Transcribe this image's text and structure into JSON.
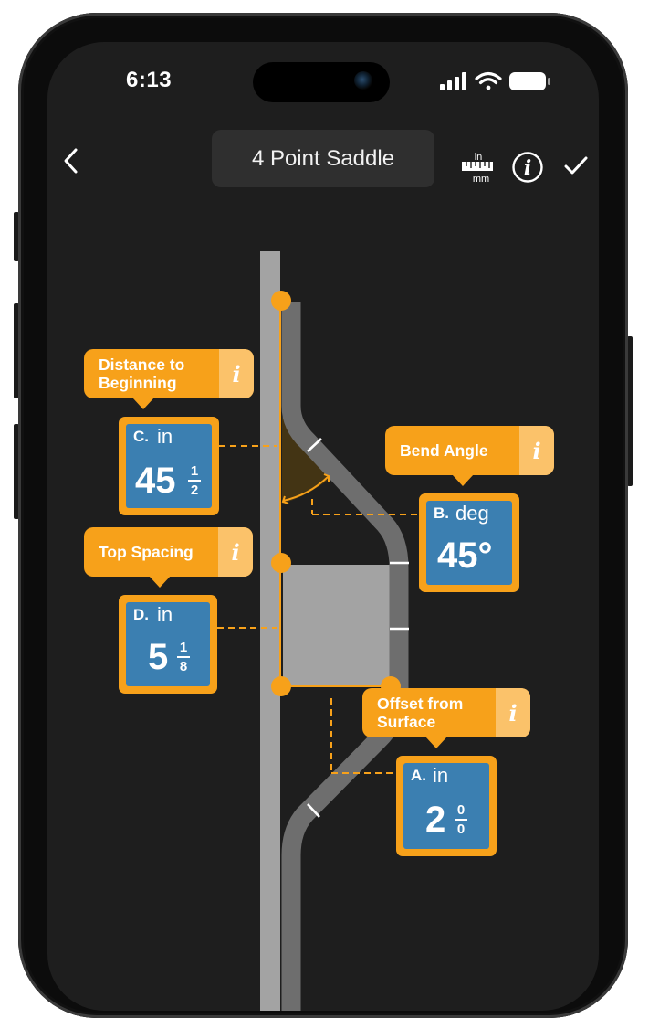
{
  "status_bar": {
    "time": "6:13",
    "icons": [
      "signal-icon",
      "wifi-icon",
      "battery-icon"
    ]
  },
  "header": {
    "back_icon": "chevron-left-icon",
    "title": "4 Point Saddle",
    "units_toggle": {
      "top": "in",
      "bottom": "mm",
      "icon": "ruler-icon"
    },
    "info_icon": "info-icon",
    "confirm_icon": "checkmark-icon"
  },
  "measurements": {
    "distance_to_beginning": {
      "label": "Distance to Beginning",
      "letter": "C.",
      "unit": "in",
      "whole": "45",
      "frac_num": "1",
      "frac_den": "2"
    },
    "bend_angle": {
      "label": "Bend Angle",
      "letter": "B.",
      "unit": "deg",
      "value": "45°"
    },
    "top_spacing": {
      "label": "Top Spacing",
      "letter": "D.",
      "unit": "in",
      "whole": "5",
      "frac_num": "1",
      "frac_den": "8"
    },
    "offset_from_surface": {
      "label": "Offset from Surface",
      "letter": "A.",
      "unit": "in",
      "whole": "2",
      "frac_num": "0",
      "frac_den": "0"
    }
  },
  "info_glyph": "i",
  "colors": {
    "accent_orange": "#f7a11a",
    "info_tab": "#fbc26a",
    "value_blue": "#3b7fb1",
    "screen_bg": "#1e1e1e",
    "pipe_gray": "#6e6e6e",
    "surface_gray": "#a3a3a3"
  }
}
